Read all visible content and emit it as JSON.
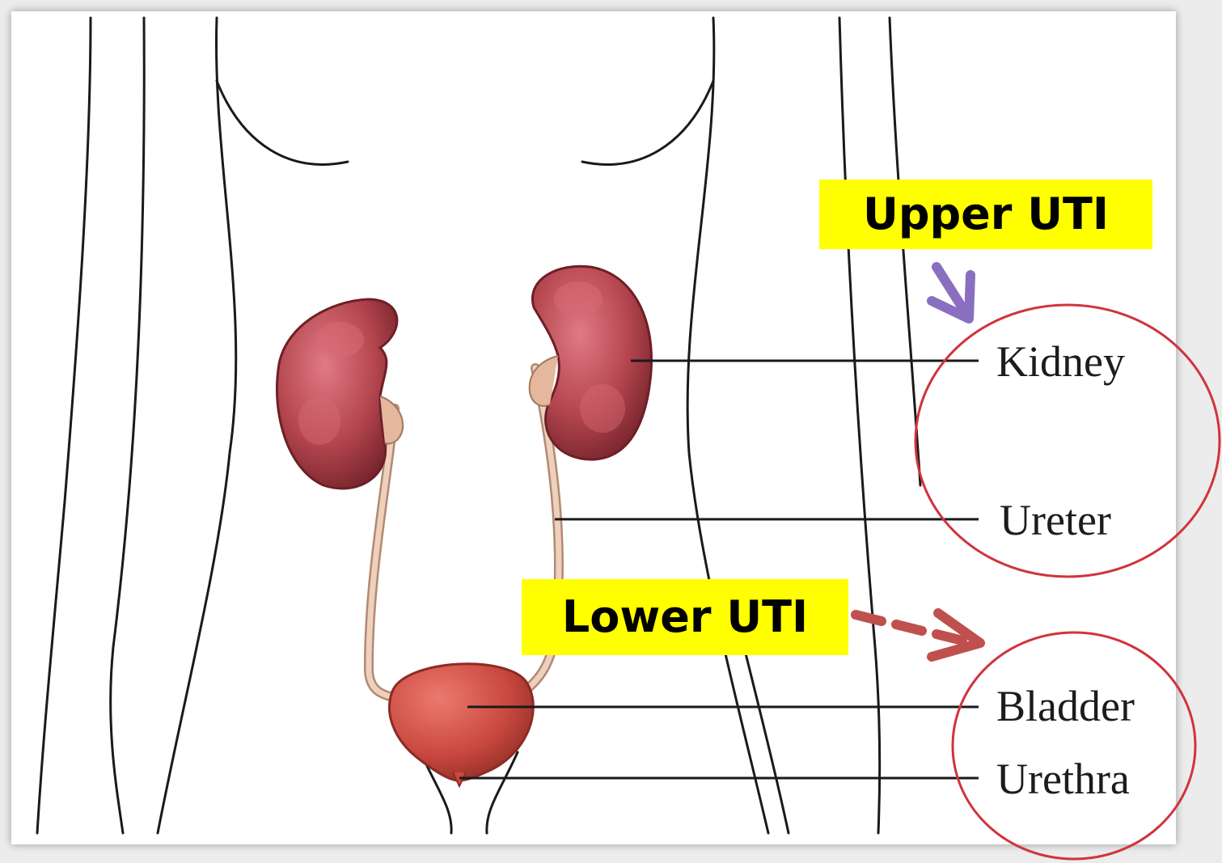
{
  "labels": {
    "kidney": "Kidney",
    "ureter": "Ureter",
    "bladder": "Bladder",
    "urethra": "Urethra"
  },
  "callouts": {
    "upper": "Upper UTI",
    "lower": "Lower UTI"
  },
  "colors": {
    "highlight": "#ffff00",
    "circle": "#d0343c",
    "upper_arrow": "#8a6fc0",
    "lower_arrow": "#c0504d",
    "organ": "#b5464f",
    "ureter_tube": "#e8c0a8",
    "outline": "#1a1a1a"
  },
  "icons": {
    "upper_arrow": "arrow-down-right-icon",
    "lower_arrow": "dashed-arrow-right-icon"
  }
}
